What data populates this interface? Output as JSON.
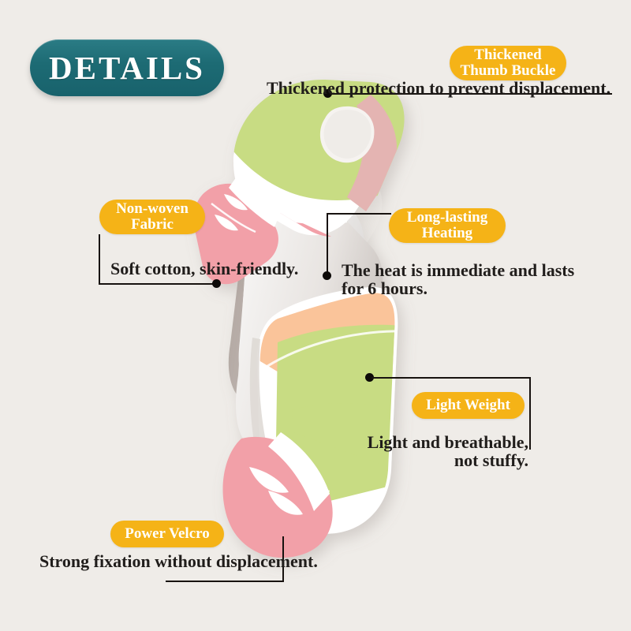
{
  "page": {
    "background_color": "#efece8",
    "badge": {
      "label": "DETAILS",
      "color": "#1d6b74",
      "text_color": "#ffffff"
    }
  },
  "palette": {
    "pill": "#f5b317",
    "pill_text": "#ffffff",
    "body_text": "#201d1b",
    "leader": "#17120f",
    "product_green": "#c8dc83",
    "product_pink": "#f2a0a8",
    "product_peach": "#fac49a",
    "product_white": "#ffffff",
    "product_grey": "#d9d6d4"
  },
  "features": [
    {
      "id": "thumb-buckle",
      "label": "Thickened\nThumb Buckle",
      "description": "Thickened protection to prevent displacement."
    },
    {
      "id": "non-woven-fabric",
      "label": "Non-woven\nFabric",
      "description": "Soft cotton, skin-friendly."
    },
    {
      "id": "long-lasting-heating",
      "label": "Long-lasting\nHeating",
      "description": "The heat is immediate and lasts\nfor 6 hours."
    },
    {
      "id": "light-weight",
      "label": "Light Weight",
      "description": "Light and breathable,\nnot stuffy."
    },
    {
      "id": "power-velcro",
      "label": "Power Velcro",
      "description": "Strong fixation without displacement."
    }
  ]
}
